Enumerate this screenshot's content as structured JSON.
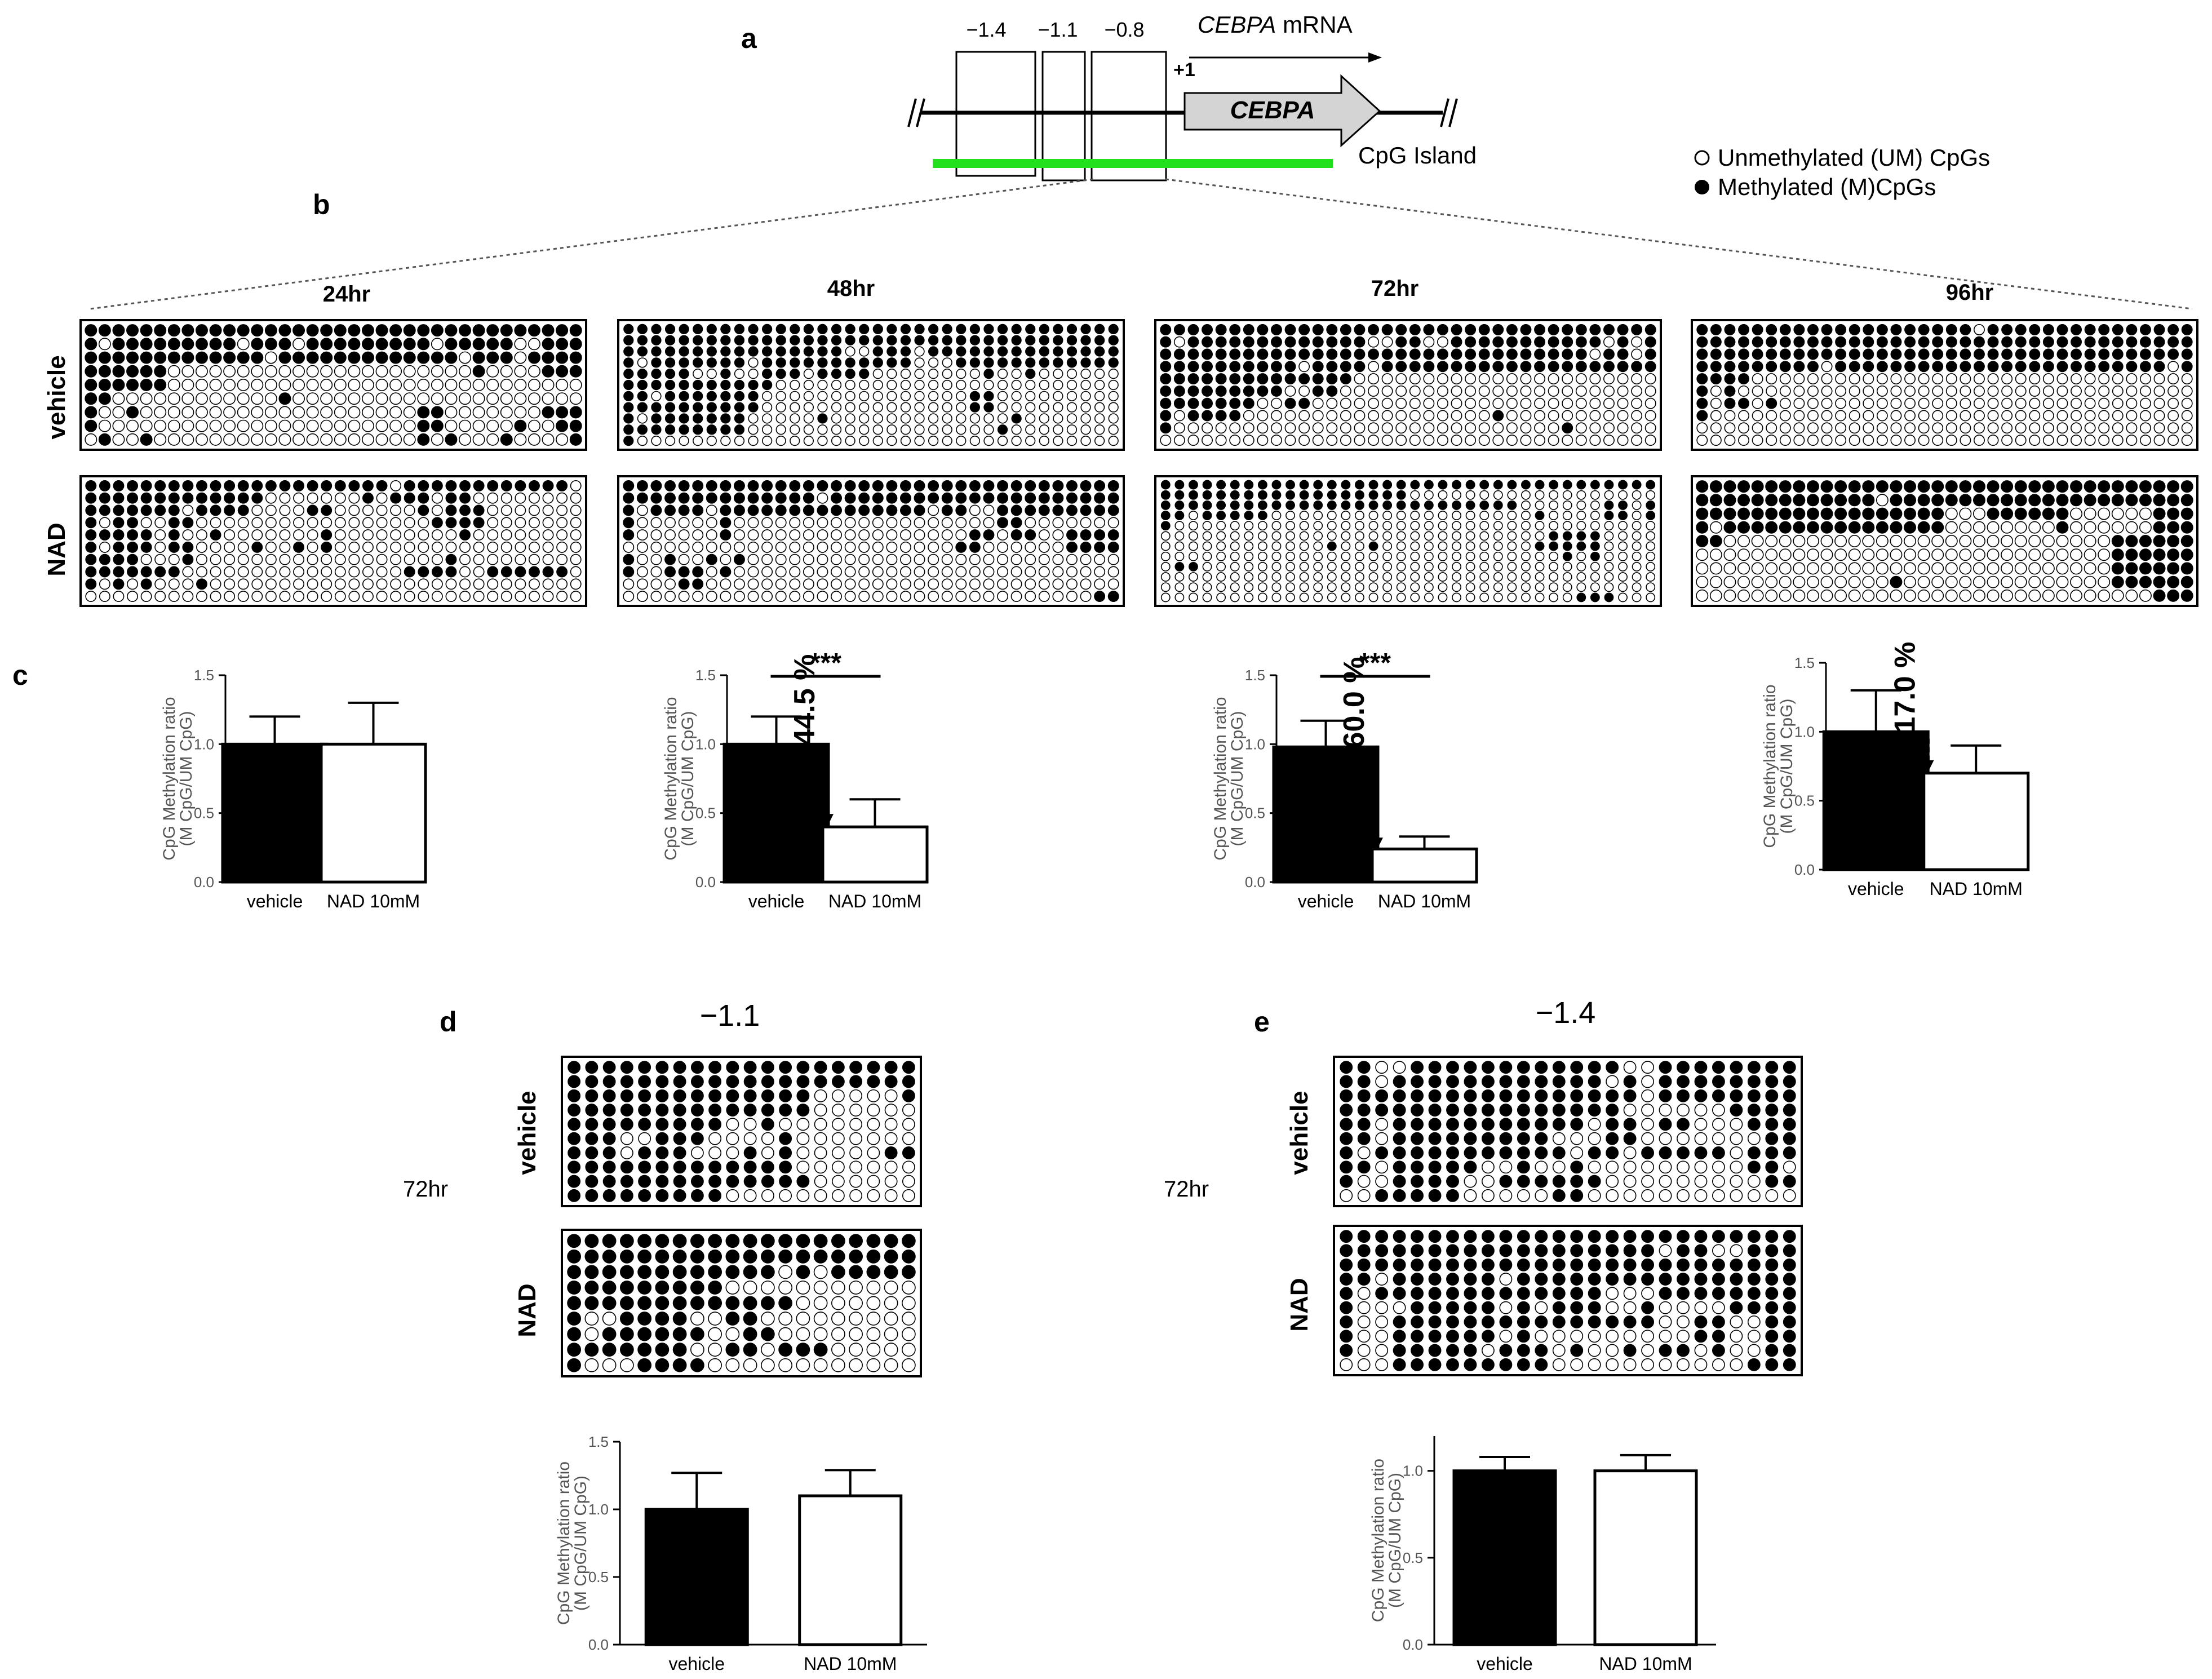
{
  "panels": {
    "a": "a",
    "b": "b",
    "c": "c",
    "d": "d",
    "e": "e"
  },
  "gene": {
    "regions": [
      "−1.4",
      "−1.1",
      "−0.8"
    ],
    "tss": "+1",
    "mrna_gene": "CEBPA",
    "mrna_suffix": " mRNA",
    "gene_name": "CEBPA",
    "cpg_island": "CpG Island",
    "accent_color": "#22e01e"
  },
  "legend": {
    "unmethylated": "Unmethylated (UM) CpGs",
    "methylated": "Methylated (M)CpGs"
  },
  "row_labels": {
    "vehicle": "vehicle",
    "nad": "NAD"
  },
  "time_labels": [
    "24hr",
    "48hr",
    "72hr",
    "96hr"
  ],
  "dml": {
    "d_region": "−1.1",
    "e_region": "−1.4",
    "d_time": "72hr",
    "e_time": "72hr"
  },
  "chart_data": [
    {
      "id": "c1",
      "type": "bar",
      "categories": [
        "vehicle",
        "NAD 10mM"
      ],
      "values": [
        1.0,
        1.0
      ],
      "errors": [
        0.2,
        0.3
      ],
      "ylabel": "CpG Methylation ratio",
      "ylabel2": "(M CpG/UM CpG)",
      "ylim": [
        0,
        1.5
      ],
      "yticks": [
        "0.0",
        "0.5",
        "1.0",
        "1.5"
      ],
      "sig": "",
      "pct": "",
      "bar_colors": [
        "#000000",
        "#ffffff"
      ]
    },
    {
      "id": "c2",
      "type": "bar",
      "categories": [
        "vehicle",
        "NAD 10mM"
      ],
      "values": [
        1.0,
        0.4
      ],
      "errors": [
        0.2,
        0.2
      ],
      "ylabel": "CpG Methylation ratio",
      "ylabel2": "(M CpG/UM CpG)",
      "ylim": [
        0,
        1.5
      ],
      "yticks": [
        "0.0",
        "0.5",
        "1.0",
        "1.5"
      ],
      "sig": "***",
      "pct": "44.5 %",
      "bar_colors": [
        "#000000",
        "#ffffff"
      ]
    },
    {
      "id": "c3",
      "type": "bar",
      "categories": [
        "vehicle",
        "NAD 10mM"
      ],
      "values": [
        0.98,
        0.24
      ],
      "errors": [
        0.19,
        0.09
      ],
      "ylabel": "CpG Methylation ratio",
      "ylabel2": "(M CpG/UM CpG)",
      "ylim": [
        0,
        1.5
      ],
      "yticks": [
        "0.0",
        "0.5",
        "1.0",
        "1.5"
      ],
      "sig": "***",
      "pct": "60.0 %",
      "bar_colors": [
        "#000000",
        "#ffffff"
      ]
    },
    {
      "id": "c4",
      "type": "bar",
      "categories": [
        "vehicle",
        "NAD 10mM"
      ],
      "values": [
        1.0,
        0.7
      ],
      "errors": [
        0.3,
        0.2
      ],
      "ylabel": "CpG Methylation ratio",
      "ylabel2": "(M CpG/UM CpG)",
      "ylim": [
        0,
        1.5
      ],
      "yticks": [
        "0.0",
        "0.5",
        "1.0",
        "1.5"
      ],
      "sig": "",
      "pct": "17.0 %",
      "bar_colors": [
        "#000000",
        "#ffffff"
      ]
    },
    {
      "id": "d",
      "type": "bar",
      "categories": [
        "vehicle",
        "NAD 10mM"
      ],
      "values": [
        1.0,
        1.1
      ],
      "errors": [
        0.27,
        0.19
      ],
      "ylabel": "CpG Methylation ratio",
      "ylabel2": "(M CpG/UM CpG)",
      "ylim": [
        0,
        1.5
      ],
      "yticks": [
        "0.0",
        "0.5",
        "1.0",
        "1.5"
      ],
      "sig": "",
      "pct": "",
      "bar_colors": [
        "#000000",
        "#ffffff"
      ]
    },
    {
      "id": "e",
      "type": "bar",
      "categories": [
        "vehicle",
        "NAD 10mM"
      ],
      "values": [
        1.0,
        1.0
      ],
      "errors": [
        0.08,
        0.09
      ],
      "ylabel": "CpG Methylation ratio",
      "ylabel2": "(M CpG/UM CpG)",
      "ylim": [
        0,
        1.2
      ],
      "yticks": [
        "0.0",
        "0.5",
        "1.0"
      ],
      "sig": "",
      "pct": "",
      "bar_colors": [
        "#000000",
        "#ffffff"
      ]
    }
  ],
  "methylation_grids": [
    {
      "id": "b-veh-24",
      "cols": 36,
      "rows": [
        "111111111111111111111111111111111111",
        "101111111110111011111111101111100111",
        "111111111111101111111111111011101111",
        "111111000000000000000000000010000111",
        "111111000000000000000000000000000000",
        "110000000000001000000000000000000000",
        "100100000000000000000000110000000111",
        "100000000000000000000000110000010011",
        "010010000000000000000000101000100001"
      ]
    },
    {
      "id": "b-nad-24",
      "cols": 36,
      "rows": [
        "111111111111111111111101111111111110",
        "111111111111100000001011101100000000",
        "111111101111000011000000101110000000",
        "101100110000000000000000011110000000",
        "111110100100000001000000000100000000",
        "101110110000100101000000000000000000",
        "111100010000000000000000001000000000",
        "111111100000000000000001111001111110",
        "101010001000000000000000000000000000",
        "000000000000000000000000000000000000"
      ]
    },
    {
      "id": "b-veh-48",
      "cols": 36,
      "rows": [
        "111111111111111111111111111111111111",
        "111111111111111111111111111111111111",
        "111111111111111100111011111111111111",
        "101111111011111111111000111111111111",
        "111110010011101111000000001001000000",
        "111111111110000000000000000000000000",
        "110111111100000000000000011000000000",
        "111111111100000000000000011000000000",
        "101111111000001000000000000010000000",
        "111111111000000000000000000100000000",
        "100000000000000000000000000000000000"
      ]
    },
    {
      "id": "b-nad-48",
      "cols": 36,
      "rows": [
        "111111111111111111111111111111111111",
        "111111111111110111111111111111111111",
        "101111011111111111111101100111111111",
        "100000010000000000000000000110000000",
        "100000010000000000000000011011001111",
        "000000000000000000000000110000001111",
        "100100101000000000000000000000000000",
        "100111010000000000000000000000000000",
        "000011000000000000000000000000000000",
        "000000000000000000000000000000000011"
      ]
    },
    {
      "id": "b-veh-72",
      "cols": 36,
      "rows": [
        "111111111111111111111111111111111111",
        "101111111111111001100111111111110101",
        "111111111111111111111111111111101101",
        "111111111101111011111111111111111111",
        "111111111111110000000000000000000000",
        "111111111001100000000000000000000000",
        "111111100110000000000000000000000000",
        "101111000000000000000000100000000000",
        "100000000000000000000000000001000000",
        "000000000000000000000000000000000000"
      ]
    },
    {
      "id": "b-nad-72",
      "cols": 36,
      "rows": [
        "111111111111111111111111111111111111",
        "111111111111111111000000000000000000",
        "111111111111111111111111110000001101",
        "110111110000000000000000000100001101",
        "100000000000000000000000000000000000",
        "000000000000000000000000000011110000",
        "000000000000100100000000000111110000",
        "000000000000000000000000000001010000",
        "011000000000000000000000000000000000",
        "000000000000000000000000000000000000",
        "000000000000000000000000000000000000",
        "000000000000000000000000000000111000"
      ]
    },
    {
      "id": "b-veh-96",
      "cols": 36,
      "rows": [
        "111111111111111111110111111111111111",
        "111111111111111111111111111111111111",
        "111111111111111111111111111111111111",
        "111111111011111111111111111111111101",
        "111100000000000000000000000000000000",
        "101000000000000000000000000000000000",
        "101101000000000000000000000000000000",
        "100000000000000000000000000000000000",
        "000000000000000000000000000000000000",
        "000000000000000000000000000000000000"
      ]
    },
    {
      "id": "b-nad-96",
      "cols": 36,
      "rows": [
        "111111111111111111111111111111111111",
        "111111111111101111111111111111111111",
        "111111111111111111000111111000000111",
        "101111111111111111000000001000000111",
        "110000000000000000000000000000111111",
        "000000000000000000000000000000111111",
        "000000000000000000000000000000111111",
        "000000000000001000000000000000111111",
        "000000000000000000000000000000000111"
      ]
    },
    {
      "id": "d-veh",
      "cols": 20,
      "rows": [
        "11111111111111111111",
        "11111111111111111111",
        "11111111111111000001",
        "11111111111111000000",
        "11111111100100000000",
        "11100111000010000000",
        "11101110001010000011",
        "11111111111110000000",
        "11111111111111000000",
        "11111111100000000000"
      ]
    },
    {
      "id": "d-nad",
      "cols": 20,
      "rows": [
        "11111111111111111111",
        "11111111111111111111",
        "11111111111101011111",
        "11111111100000000000",
        "11111111111110000000",
        "10011110011000000000",
        "10111111001100000000",
        "11111110011011100000",
        "10001111000000000000"
      ]
    },
    {
      "id": "e-veh",
      "cols": 26,
      "rows": [
        "11001111111111110011111111",
        "11011111111111101011111111",
        "11111111111111111011111111",
        "11111111111111110000001111",
        "11011111111111011011000111",
        "11011111111100011000000011",
        "10111111111110110111110111",
        "11011111001001000000000110",
        "10011110011111100000000011",
        "00111110000011000000000000"
      ]
    },
    {
      "id": "e-nad",
      "cols": 26,
      "rows": [
        "11111111111111111111111111",
        "11111111111111111101100111",
        "11111111111111111111111111",
        "11011111101111111111111111",
        "10111111111111100011111111",
        "10001111101011100100001111",
        "10011111111111111100110011",
        "10011111101000000000110011",
        "10011111011101001011010011",
        "00011111111100000000000111"
      ]
    }
  ]
}
